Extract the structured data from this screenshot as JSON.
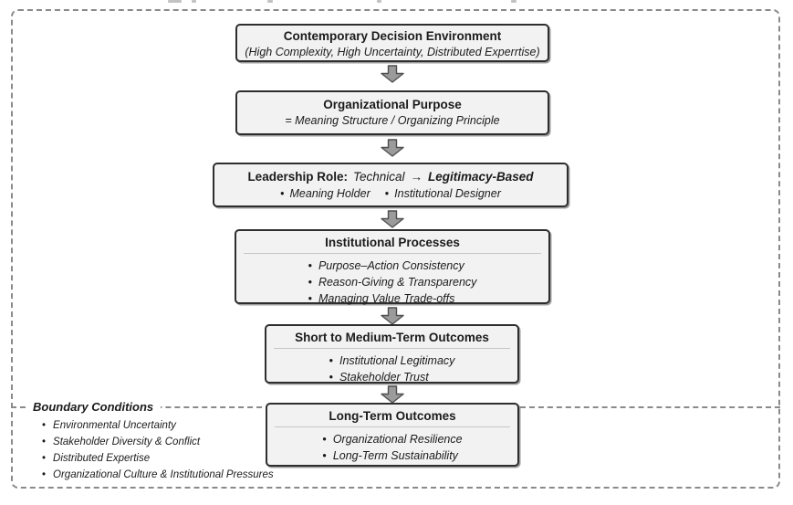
{
  "diagram": {
    "boxes": {
      "environment": {
        "title": "Contemporary Decision Environment",
        "subtitle": "(High Complexity, High Uncertainty, Distributed Experrtise)"
      },
      "purpose": {
        "title": "Organizational Purpose",
        "subtitle": "= Meaning Structure / Organizing Principle"
      },
      "leadership": {
        "title_label": "Leadership Role:",
        "title_from": "Technical",
        "title_arrow": "→",
        "title_to": "Legitimacy-Based",
        "bullets": [
          "Meaning Holder",
          "Institutional Designer"
        ]
      },
      "processes": {
        "title": "Institutional Processes",
        "bullets": [
          "Purpose–Action Consistency",
          "Reason-Giving & Transparency",
          "Managing Value Trade-offs"
        ]
      },
      "short_term": {
        "title": "Short to Medium-Term Outcomes",
        "bullets": [
          "Institutional Legitimacy",
          "Stakeholder Trust"
        ]
      },
      "long_term": {
        "title": "Long-Term Outcomes",
        "bullets": [
          "Organizational Resilience",
          "Long-Term Sustainability"
        ]
      }
    },
    "boundary": {
      "title": "Boundary Conditions",
      "bullets": [
        "Environmental Uncertainty",
        "Stakeholder Diversity & Conflict",
        "Distributed Expertise",
        "Organizational Culture & Institutional Pressures"
      ]
    },
    "colors": {
      "box_fill": "#f2f2f2",
      "box_border": "#2e2e2e",
      "arrow_fill": "#9b9b9b",
      "arrow_stroke": "#4f4f4f",
      "dashed_line": "#8a8a8a",
      "text": "#1b1b1b"
    }
  }
}
